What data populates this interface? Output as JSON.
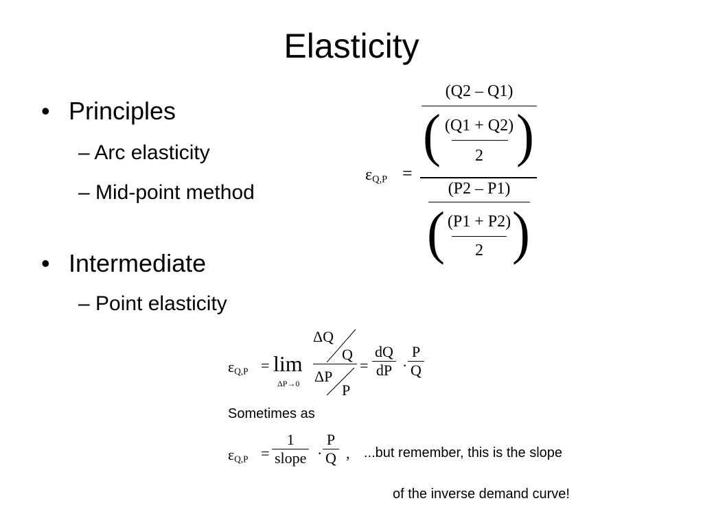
{
  "title": "Elasticity",
  "bullets": [
    {
      "label": "Principles",
      "subitems": [
        "Arc elasticity",
        "Mid-point method"
      ]
    },
    {
      "label": "Intermediate",
      "subitems": [
        "Point elasticity"
      ]
    }
  ],
  "bullet_glyph": "•",
  "dash_glyph": "–",
  "formula_arc": {
    "lhs_symbol": "ε",
    "lhs_sub": "Q,P",
    "num_top": "(Q2 – Q1)",
    "num_mid": "(Q1 + Q2)",
    "num_bot": "2",
    "den_top": "(P2 – P1)",
    "den_mid": "(P1 + P2)",
    "den_bot": "2"
  },
  "formula_point": {
    "lhs_symbol": "ε",
    "lhs_sub": "Q,P",
    "lim": "lim",
    "lim_sub": "ΔP→0",
    "dq": "ΔQ",
    "q": "Q",
    "dp": "ΔP",
    "p": "P",
    "dq_dp_num": "dQ",
    "dq_dp_den": "dP",
    "p_over_q_num": "P",
    "p_over_q_den": "Q"
  },
  "sometimes_as": "Sometimes as",
  "formula_slope": {
    "lhs_symbol": "ε",
    "lhs_sub": "Q,P",
    "one": "1",
    "slope": "slope",
    "p": "P",
    "q": "Q"
  },
  "note_line1": "...but remember, this is the slope",
  "note_line2": "of the inverse demand curve!"
}
